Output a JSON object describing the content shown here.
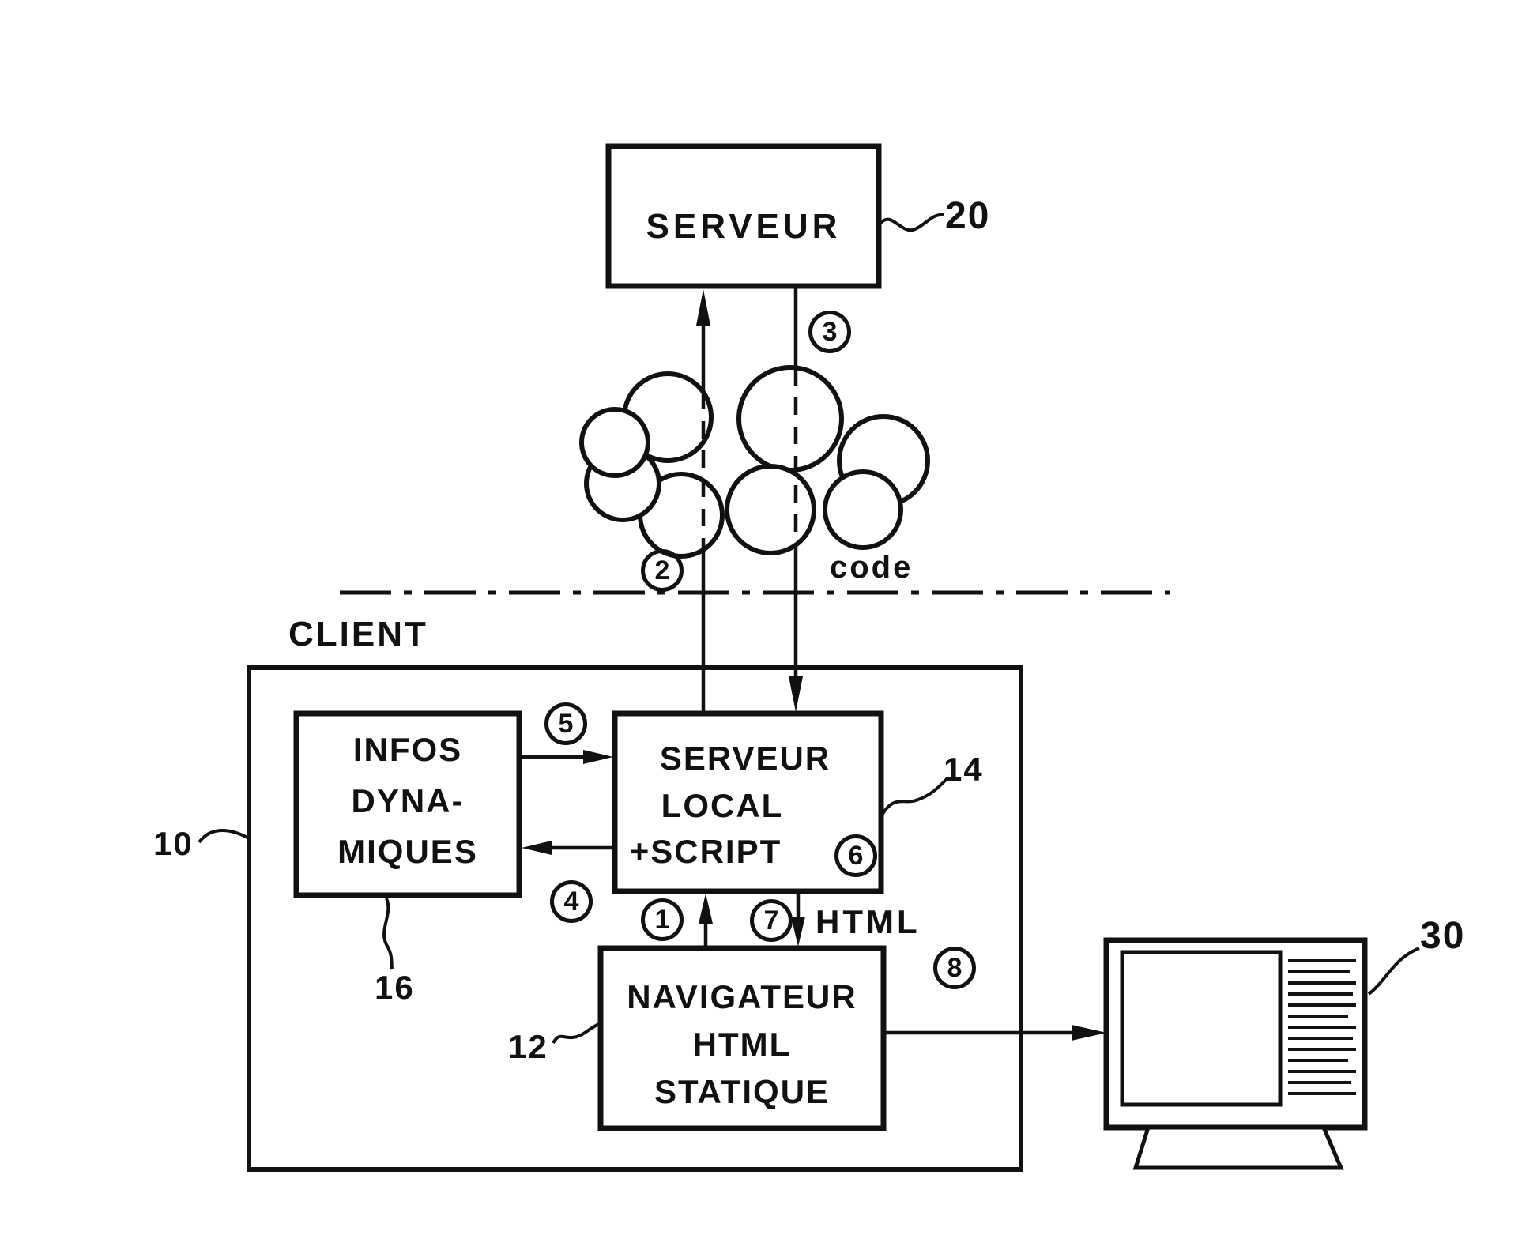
{
  "figure": {
    "server_box": {
      "label": "SERVEUR",
      "ref": "20"
    },
    "client_box": {
      "label": "CLIENT",
      "ref": "10"
    },
    "infos_box": {
      "line1": "INFOS",
      "line2": "DYNA-",
      "line3": "MIQUES",
      "ref": "16"
    },
    "local_server_box": {
      "line1": "SERVEUR",
      "line2": "LOCAL",
      "line3": "+SCRIPT",
      "ref": "14"
    },
    "browser_box": {
      "line1": "NAVIGATEUR",
      "line2": "HTML",
      "line3": "STATIQUE",
      "ref": "12"
    },
    "monitor": {
      "ref": "30"
    },
    "flow_labels": {
      "code": "code",
      "html": "HTML"
    },
    "steps": {
      "s1": "1",
      "s2": "2",
      "s3": "3",
      "s4": "4",
      "s5": "5",
      "s6": "6",
      "s7": "7",
      "s8": "8"
    },
    "colors": {
      "ink": "#111111",
      "paper": "#ffffff"
    }
  }
}
